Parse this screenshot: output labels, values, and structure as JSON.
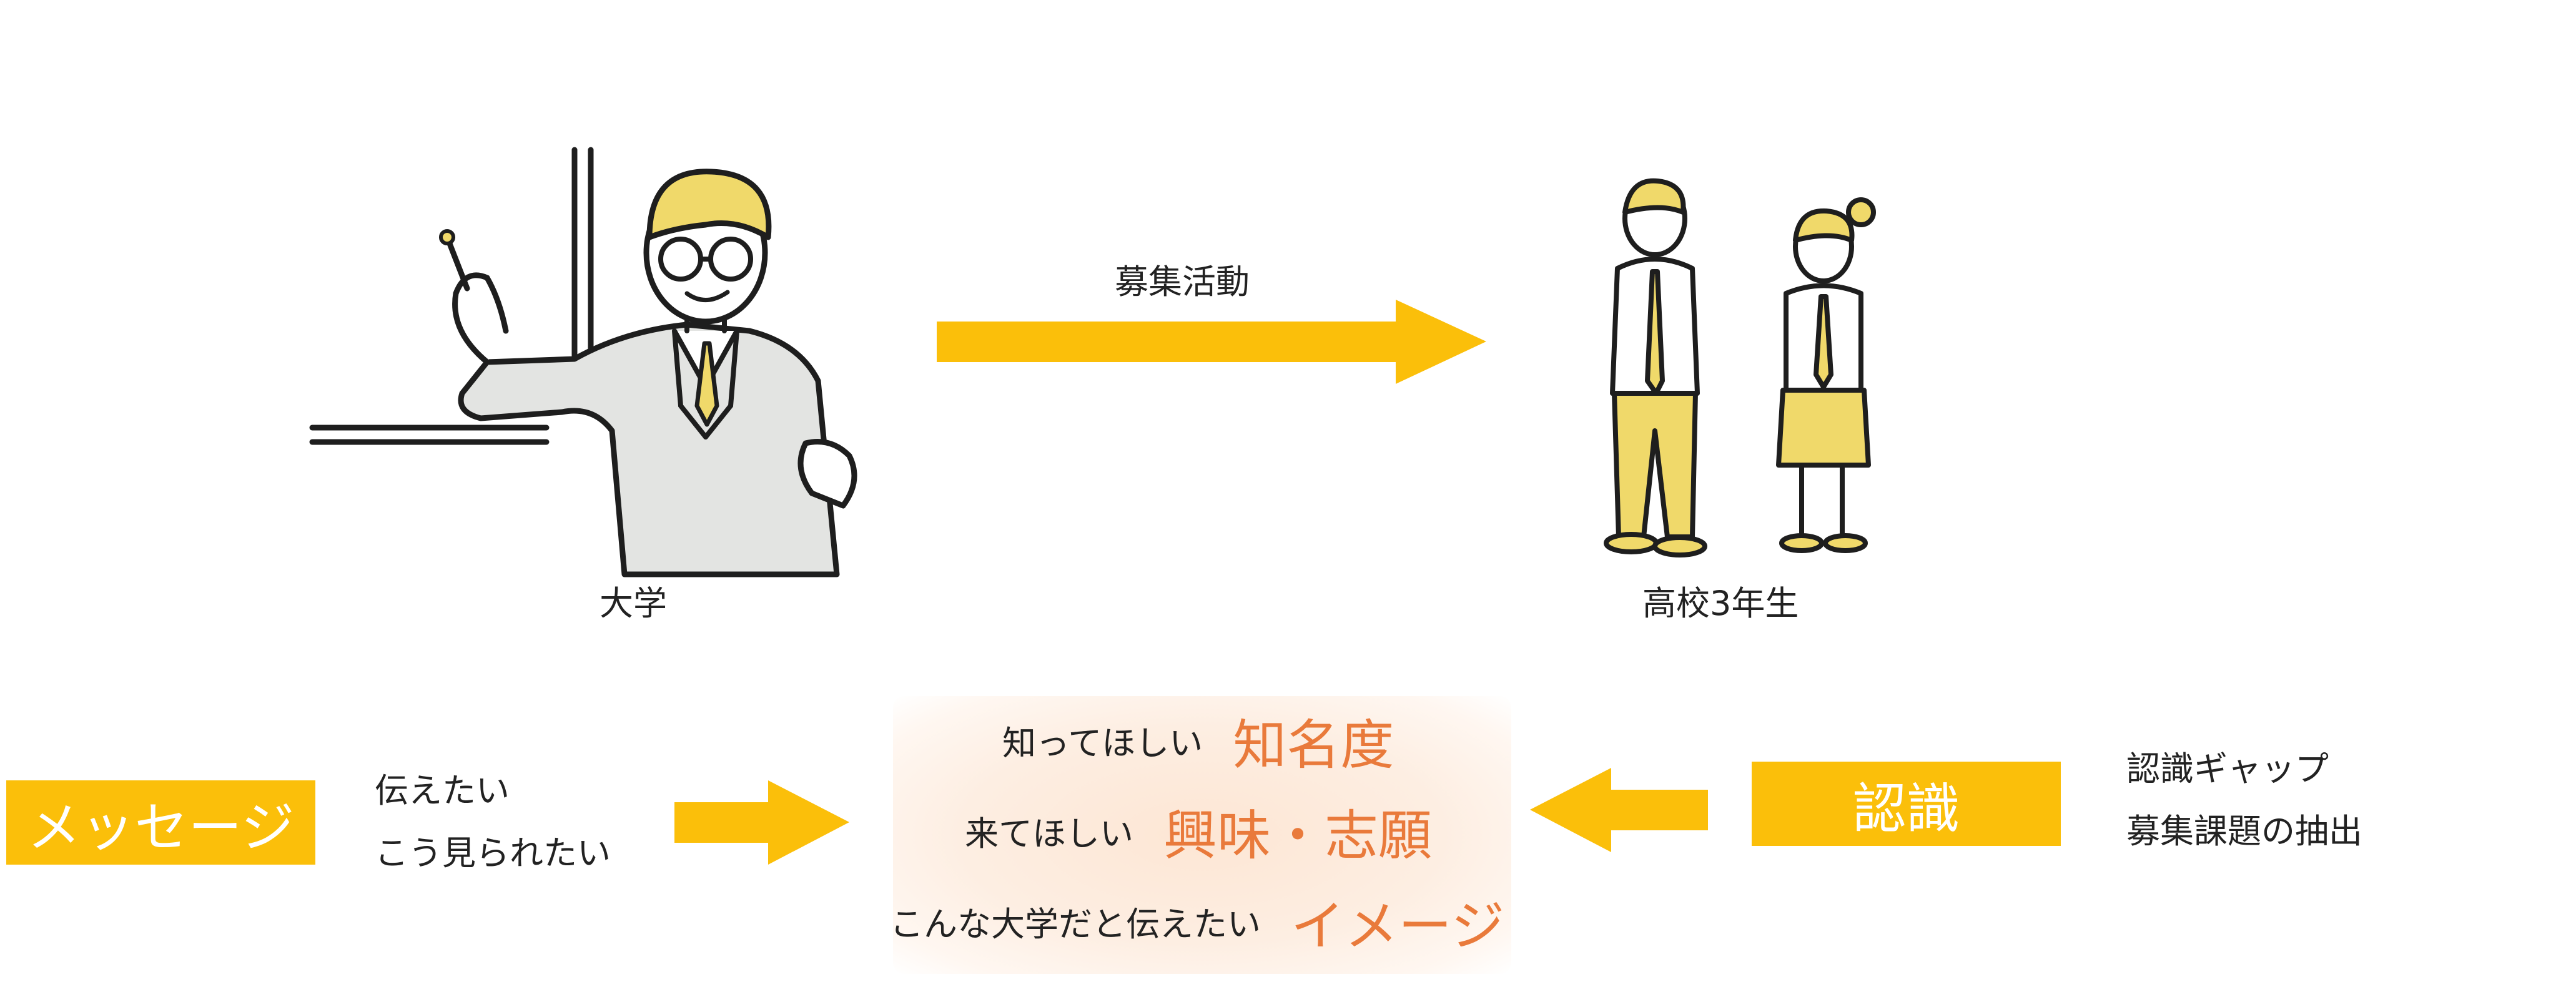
{
  "top": {
    "university_label": "大学",
    "students_label": "高校3年生",
    "arrow_label": "募集活動"
  },
  "bottom": {
    "message_box": "メッセージ",
    "message_lines": [
      "伝えたい",
      "こう見られたい"
    ],
    "center_rows": [
      {
        "small": "知ってほしい",
        "big": "知名度"
      },
      {
        "small": "来てほしい",
        "big": "興味・志願"
      },
      {
        "small": "こんな大学だと伝えたい",
        "big": "イメージ"
      }
    ],
    "recognition_box": "認識",
    "recognition_lines": [
      "認識ギャップ",
      "募集課題の抽出"
    ]
  },
  "colors": {
    "accent_yellow": "#FBBF0A",
    "accent_orange": "#E97A3B",
    "illustration_yellow": "#F0D96A",
    "illustration_gray": "#E3E4E2"
  }
}
